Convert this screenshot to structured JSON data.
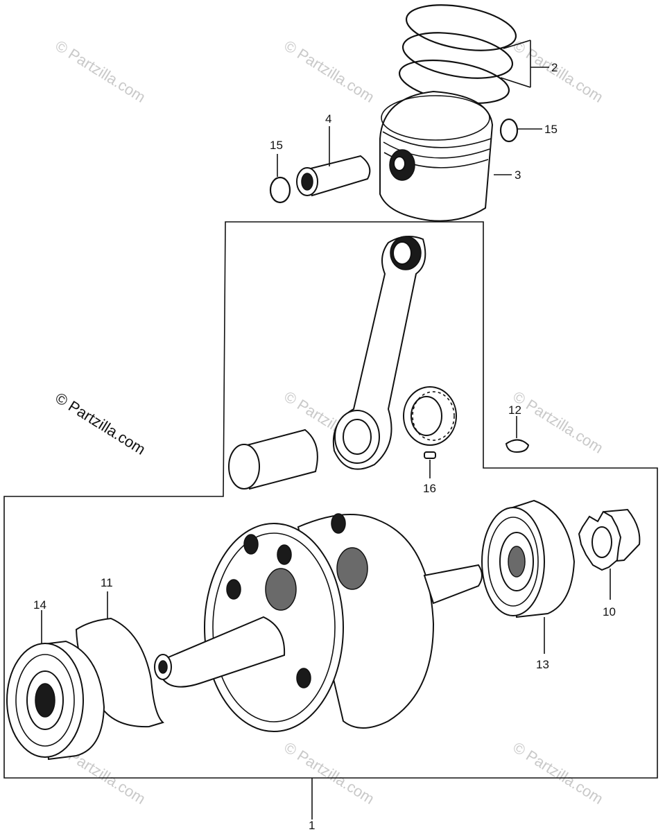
{
  "watermark": {
    "text": "© Partzilla.com",
    "color": "#c9c9c9"
  },
  "diagram": {
    "parts": [
      {
        "number": "1",
        "name": "crankshaft-assembly"
      },
      {
        "number": "2",
        "name": "piston-rings"
      },
      {
        "number": "3",
        "name": "piston"
      },
      {
        "number": "4",
        "name": "piston-pin"
      },
      {
        "number": "10",
        "name": "sprocket"
      },
      {
        "number": "11",
        "name": "shim-plate"
      },
      {
        "number": "12",
        "name": "woodruff-key"
      },
      {
        "number": "13",
        "name": "right-bearing"
      },
      {
        "number": "14",
        "name": "left-bearing"
      },
      {
        "number": "15",
        "name": "piston-pin-clip"
      },
      {
        "number": "16",
        "name": "pin"
      }
    ],
    "labels": {
      "l1": "1",
      "l2": "2",
      "l3": "3",
      "l4": "4",
      "l10": "10",
      "l11": "11",
      "l12": "12",
      "l13": "13",
      "l14": "14",
      "l15a": "15",
      "l15b": "15",
      "l16": "16"
    }
  }
}
